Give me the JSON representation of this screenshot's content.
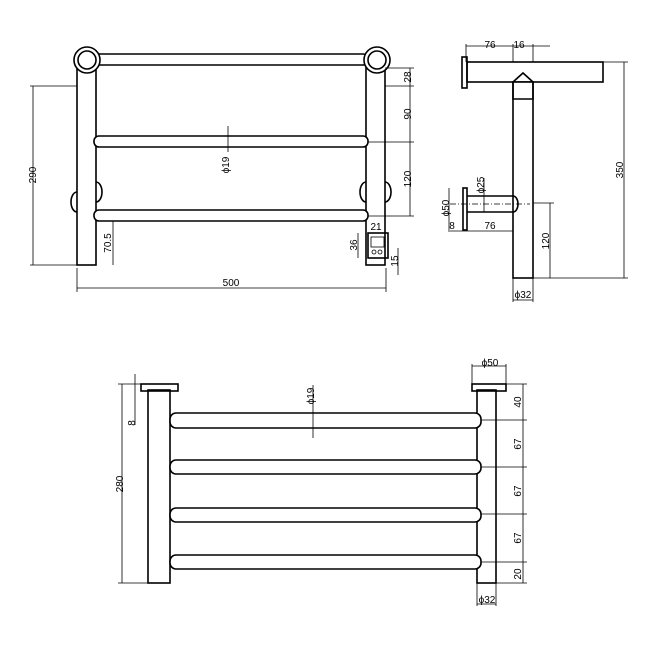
{
  "front_view": {
    "height_total": "290",
    "width": "500",
    "top_offset": "28",
    "spacing_upper": "90",
    "spacing_lower": "120",
    "bar_diameter": "ϕ19",
    "bottom_clearance": "70.5",
    "control_width": "21",
    "control_height": "36",
    "control_offset": "15"
  },
  "side_view": {
    "arm_length": "76",
    "post_offset": "16",
    "total_height": "350",
    "lower_arm_height": "120",
    "plate_diameter": "ϕ50",
    "arm_diameter": "ϕ25",
    "plate_thickness": "8",
    "lower_arm_length": "76",
    "post_diameter": "ϕ32"
  },
  "top_view": {
    "total_height": "280",
    "plate_thickness": "8",
    "plate_diameter": "ϕ50",
    "bar_diameter": "ϕ19",
    "offset_top": "40",
    "spacing_1": "67",
    "spacing_2": "67",
    "spacing_3": "67",
    "offset_bottom": "20",
    "post_diameter": "ϕ32"
  }
}
